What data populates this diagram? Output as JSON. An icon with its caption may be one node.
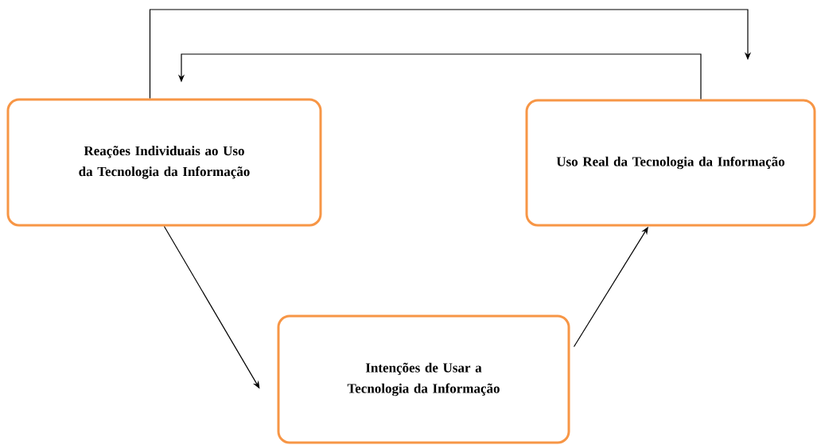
{
  "diagram": {
    "nodes": [
      {
        "text": [
          "Reações Individuais ao Uso da Tecnologia da Informação"
        ]
      },
      {
        "text": [
          "Uso Real da Tecnologia da Informação"
        ]
      },
      {
        "text": [
          "Intenções de Usar a Tecnologia da Informação"
        ]
      }
    ],
    "edges": [
      {
        "from": 0,
        "to": 2,
        "arrow": "to"
      },
      {
        "from": 2,
        "to": 1,
        "arrow": "to"
      },
      {
        "from": 0,
        "to": 1,
        "arrow": "to"
      },
      {
        "from": 1,
        "to": 0,
        "arrow": "to"
      }
    ]
  }
}
